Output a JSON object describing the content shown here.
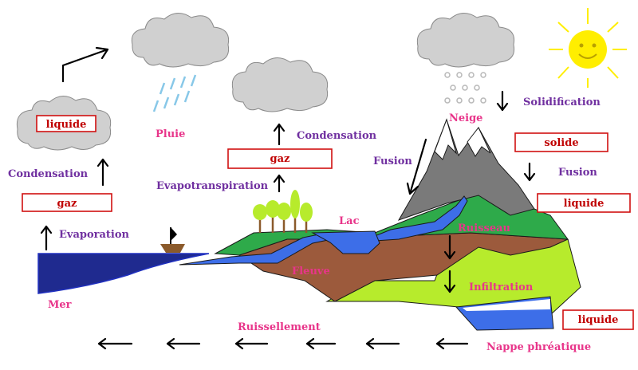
{
  "labels": {
    "liquide_cloud": "liquide",
    "condensation_left": "Condensation",
    "gaz_left": "gaz",
    "evaporation": "Evaporation",
    "mer": "Mer",
    "pluie": "Pluie",
    "gaz_mid": "gaz",
    "condensation_mid": "Condensation",
    "evapotranspiration": "Evapotranspiration",
    "lac": "Lac",
    "fleuve": "Fleuve",
    "ruisseau": "Ruisseau",
    "infiltration": "Infiltration",
    "ruissellement": "Ruissellement",
    "nappe": "Nappe phréatique",
    "neige": "Neige",
    "solidification": "Solidification",
    "solide": "solide",
    "fusion_right": "Fusion",
    "liquide_right": "liquide",
    "fusion_left": "Fusion",
    "liquide_bottom": "liquide"
  },
  "colors": {
    "sea": "#1f2a8f",
    "water": "#3d6ee8",
    "grass": "#2eaa4a",
    "lime": "#b7eb2c",
    "soil": "#9c5a3c",
    "mountain": "#7a7a7a",
    "snow": "#ffffff",
    "cloud": "#d0d0d0",
    "sun": "#ffee00",
    "rain": "#88c8e8",
    "purple_text": "#7030a0",
    "pink_text": "#e8358a",
    "red_text": "#c00000"
  },
  "icons": [
    "cloud-icon",
    "sun-icon",
    "boat-icon",
    "tree-icon",
    "rain-drops",
    "snowflakes"
  ]
}
